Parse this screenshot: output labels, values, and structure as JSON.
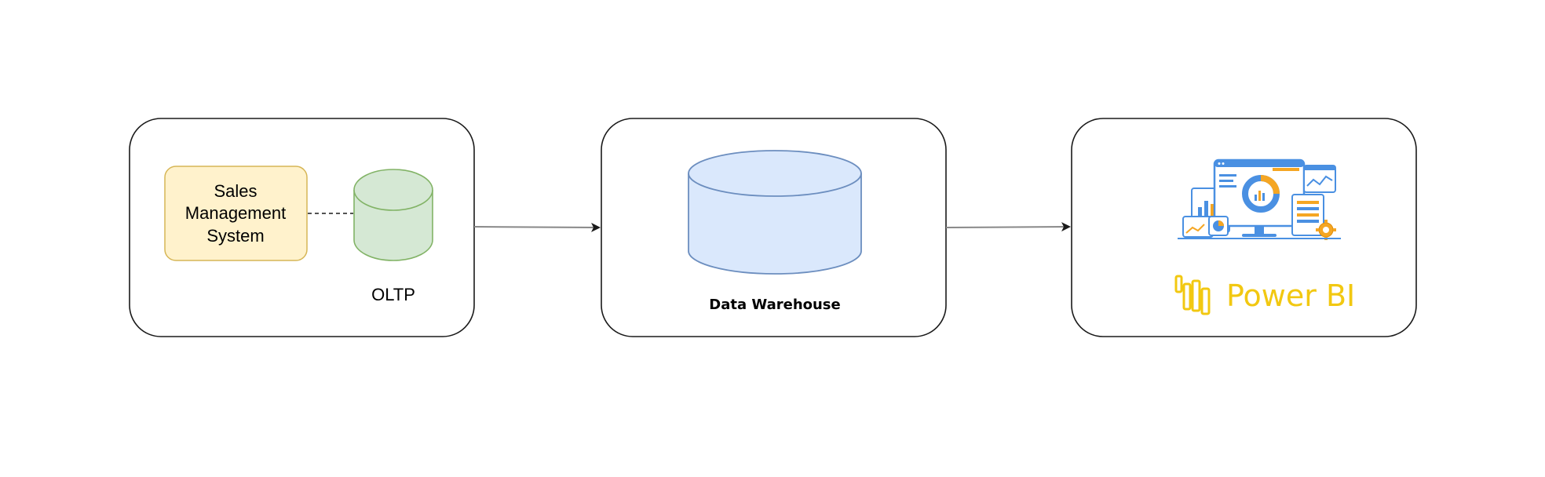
{
  "colors": {
    "background": "#ffffff",
    "box_stroke": "#1a1a1a",
    "sms_fill": "#fff2cc",
    "sms_stroke": "#d6b656",
    "oltp_fill": "#d5e8d4",
    "oltp_stroke": "#82b366",
    "dw_fill": "#dae8fc",
    "dw_stroke": "#6c8ebf",
    "arrow": "#888888",
    "arrow_head": "#1a1a1a",
    "powerbi_yellow": "#f2c811",
    "dashboard_blue": "#4a90e2",
    "dashboard_orange": "#f5a623"
  },
  "source_box": {
    "sms_label_line1": "Sales",
    "sms_label_line2": "Management",
    "sms_label_line3": "System",
    "oltp_label": "OLTP",
    "oltp_icon": "database-cylinder-icon"
  },
  "warehouse_box": {
    "label": "Data Warehouse",
    "icon": "database-cylinder-icon"
  },
  "bi_box": {
    "illustration": "analytics-dashboard-illustration",
    "logo_icon": "power-bi-bars-icon",
    "logo_text": "Power BI"
  }
}
